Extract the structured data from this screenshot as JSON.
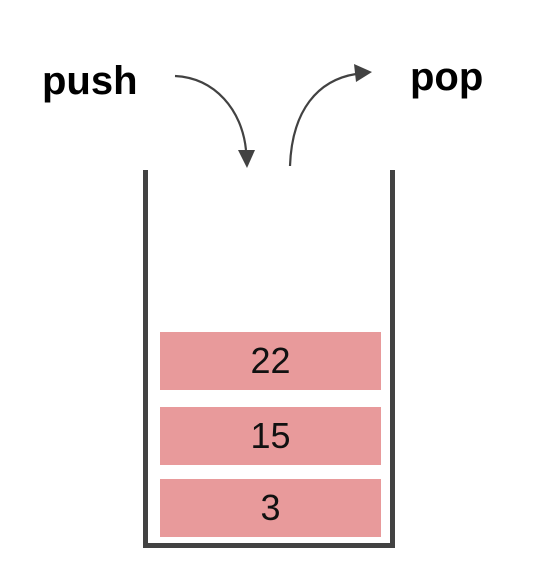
{
  "operations": {
    "push_label": "push",
    "pop_label": "pop"
  },
  "stack": {
    "items": [
      {
        "value": "22"
      },
      {
        "value": "15"
      },
      {
        "value": "3"
      }
    ]
  },
  "colors": {
    "item_fill": "#e89a9b",
    "container_stroke": "#424242",
    "arrow_stroke": "#424242"
  }
}
